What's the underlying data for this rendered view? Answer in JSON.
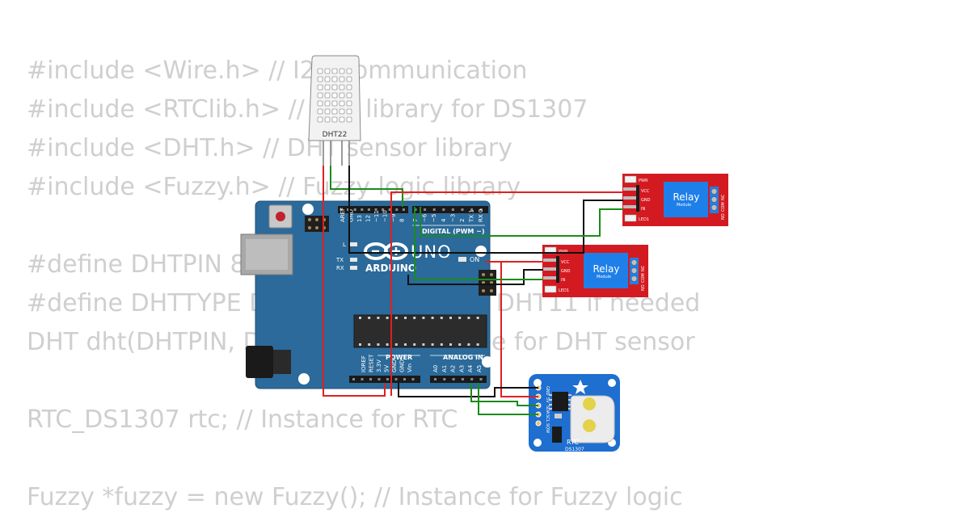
{
  "code": {
    "lines": [
      "#include <Wire.h> // I2C communication",
      "#include <RTClib.h> // RTC library for DS1307",
      "#include <DHT.h> // DHT sensor library",
      "#include <Fuzzy.h> // Fuzzy logic library",
      "",
      "#define DHTPIN 8",
      "#define DHTTYPE DHT22 // Change to DHT11 if needed",
      "DHT dht(DHTPIN, DHTTYPE); // Instance for DHT sensor",
      "",
      "RTC_DS1307 rtc; // Instance for RTC",
      "",
      "Fuzzy *fuzzy = new Fuzzy(); // Instance for Fuzzy logic"
    ]
  },
  "dht": {
    "label": "DHT22"
  },
  "arduino": {
    "brand": "ARDUINO",
    "model": "UNO",
    "digital_label": "DIGITAL (PWM ~)",
    "power_label": "POWER",
    "analog_label": "ANALOG IN",
    "on_label": "ON",
    "l_label": "L",
    "tx_label": "TX",
    "rx_label": "RX",
    "digital_pins": [
      "AREF",
      "GND",
      "13",
      "12",
      "~11",
      "~10",
      "~9",
      "8",
      "7",
      "~6",
      "~5",
      "4",
      "~3",
      "2",
      "TX 1",
      "RX 0"
    ],
    "power_pins": [
      "IOREF",
      "RESET",
      "3.3V",
      "5V",
      "GND",
      "GND",
      "Vin"
    ],
    "analog_pins": [
      "A0",
      "A1",
      "A2",
      "A3",
      "A4",
      "A5"
    ]
  },
  "relays": [
    {
      "title": "Relay",
      "subtitle": "Module",
      "pwr": "PWR",
      "led": "LED1",
      "pins": [
        "VCC",
        "GND",
        "IN"
      ],
      "terminals": [
        "NO",
        "COM",
        "NC"
      ]
    },
    {
      "title": "Relay",
      "subtitle": "Module",
      "pwr": "PWR",
      "led": "LED1",
      "pins": [
        "VCC",
        "GND",
        "IN"
      ],
      "terminals": [
        "NO",
        "COM",
        "NC"
      ]
    }
  ],
  "rtc": {
    "title": "RTC",
    "chip": "DS1307",
    "pins": [
      "GND",
      "5V",
      "SDA",
      "SCL",
      "SQW"
    ]
  },
  "colors": {
    "board": "#2b6a9a",
    "relay": "#d31a21",
    "rtc": "#1e6fd0",
    "wire_red": "#e02020",
    "wire_black": "#111111",
    "wire_green": "#1a8c1a"
  }
}
